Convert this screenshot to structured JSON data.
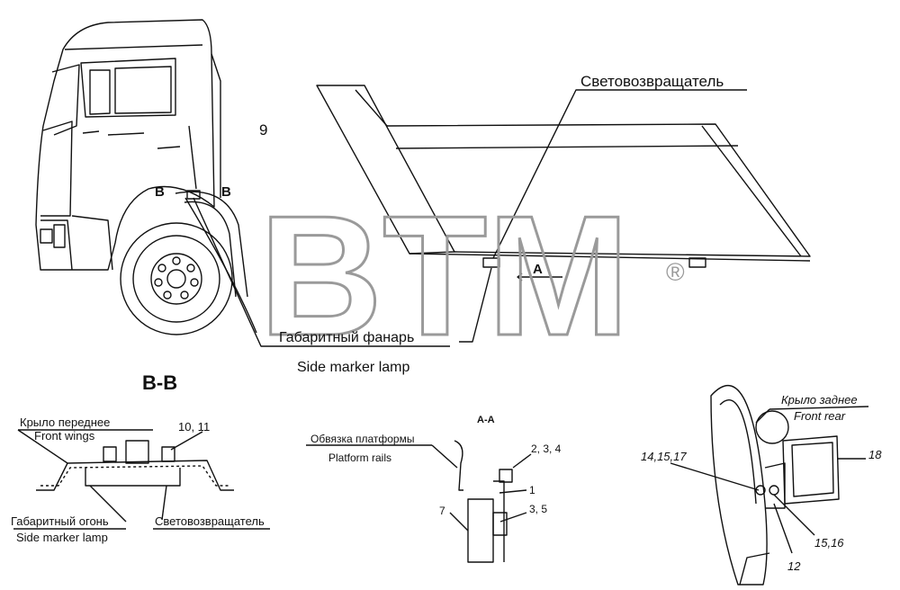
{
  "labels": {
    "reflector_top": "Световозвращатель",
    "callout_9": "9",
    "section_b_left": "B",
    "section_b_right": "B",
    "section_a": "A",
    "marker_lamp_ru": "Габаритный фанарь",
    "marker_lamp_en": "Side marker lamp",
    "view_bb": "B-B",
    "front_wing_ru": "Крыло переднее",
    "front_wing_en": "Front wings",
    "callout_10_11": "10, 11",
    "side_light_ru": "Габаритный огонь",
    "side_light_en": "Side marker lamp",
    "reflector_bottom": "Световозвращатель",
    "view_aa": "A-A",
    "platform_rails_ru": "Обвязка платформы",
    "platform_rails_en": "Platform rails",
    "callout_2_3_4": "2, 3, 4",
    "callout_1": "1",
    "callout_3_5": "3, 5",
    "callout_7": "7",
    "rear_wing_ru": "Крыло заднее",
    "rear_wing_en": "Front rear",
    "callout_14_15_17": "14,15,17",
    "callout_18": "18",
    "callout_15_16": "15,16",
    "callout_12": "12"
  },
  "watermark": {
    "text": "BTM",
    "mark": "®"
  }
}
